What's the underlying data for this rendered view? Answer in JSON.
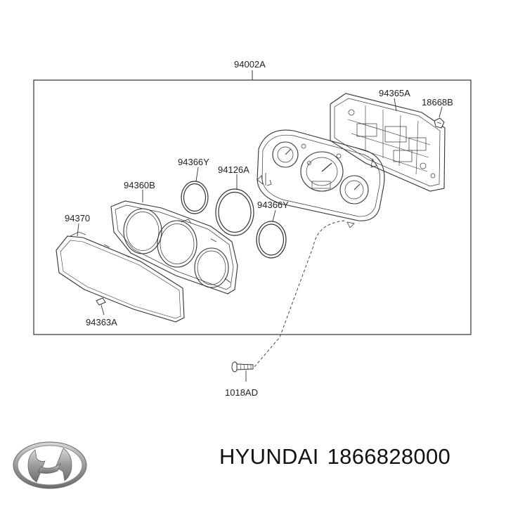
{
  "diagram": {
    "labels": {
      "assembly": "94002A",
      "rear_case": "94365A",
      "bulb": "18668B",
      "ring_left": "94366Y",
      "gauge_ring": "94126A",
      "ring_right": "94366Y",
      "face_plate": "94360B",
      "glass": "94370",
      "clip": "94363A",
      "screw": "1018AD"
    }
  },
  "footer": {
    "brand": "HYUNDAI",
    "part_number": "1866828000",
    "logo": "hyundai-logo"
  },
  "colors": {
    "line": "#333333",
    "logo_silver": "#a8a8a8"
  }
}
